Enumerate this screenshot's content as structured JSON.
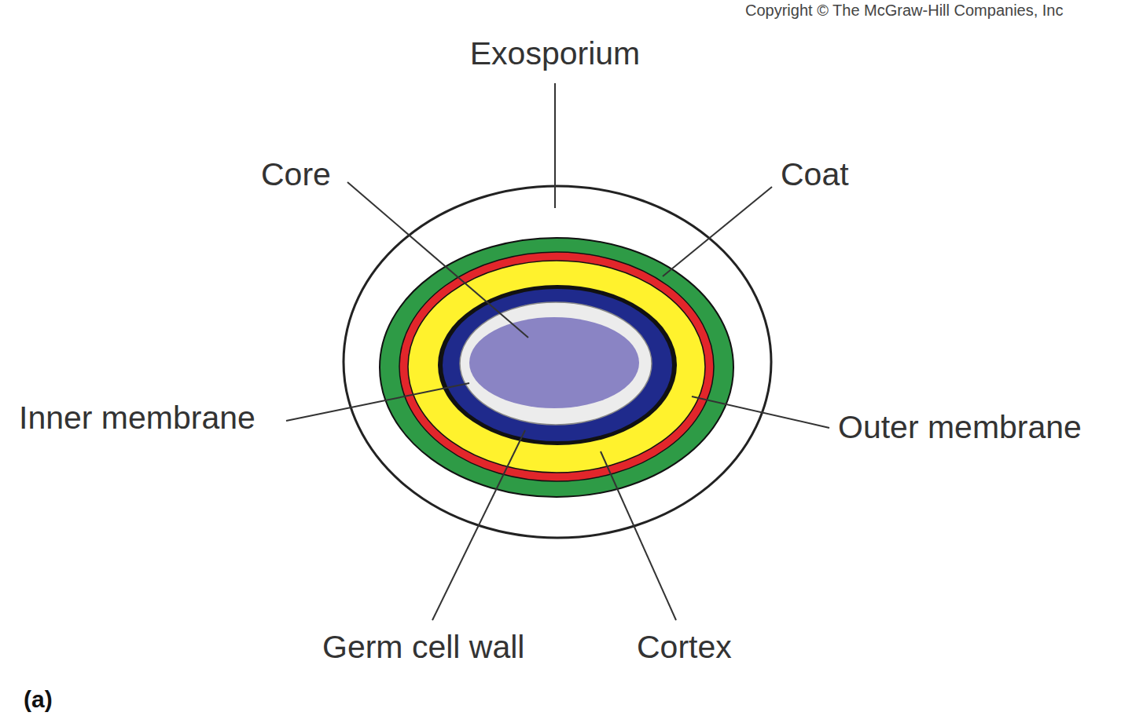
{
  "diagram": {
    "labels": [
      "Copyright © The McGraw-Hill Companies, Inc",
      "Exosporium",
      "Core",
      "Coat",
      "Inner membrane",
      "Outer membrane",
      "Germ cell wall",
      "Cortex",
      "(a)"
    ]
  }
}
